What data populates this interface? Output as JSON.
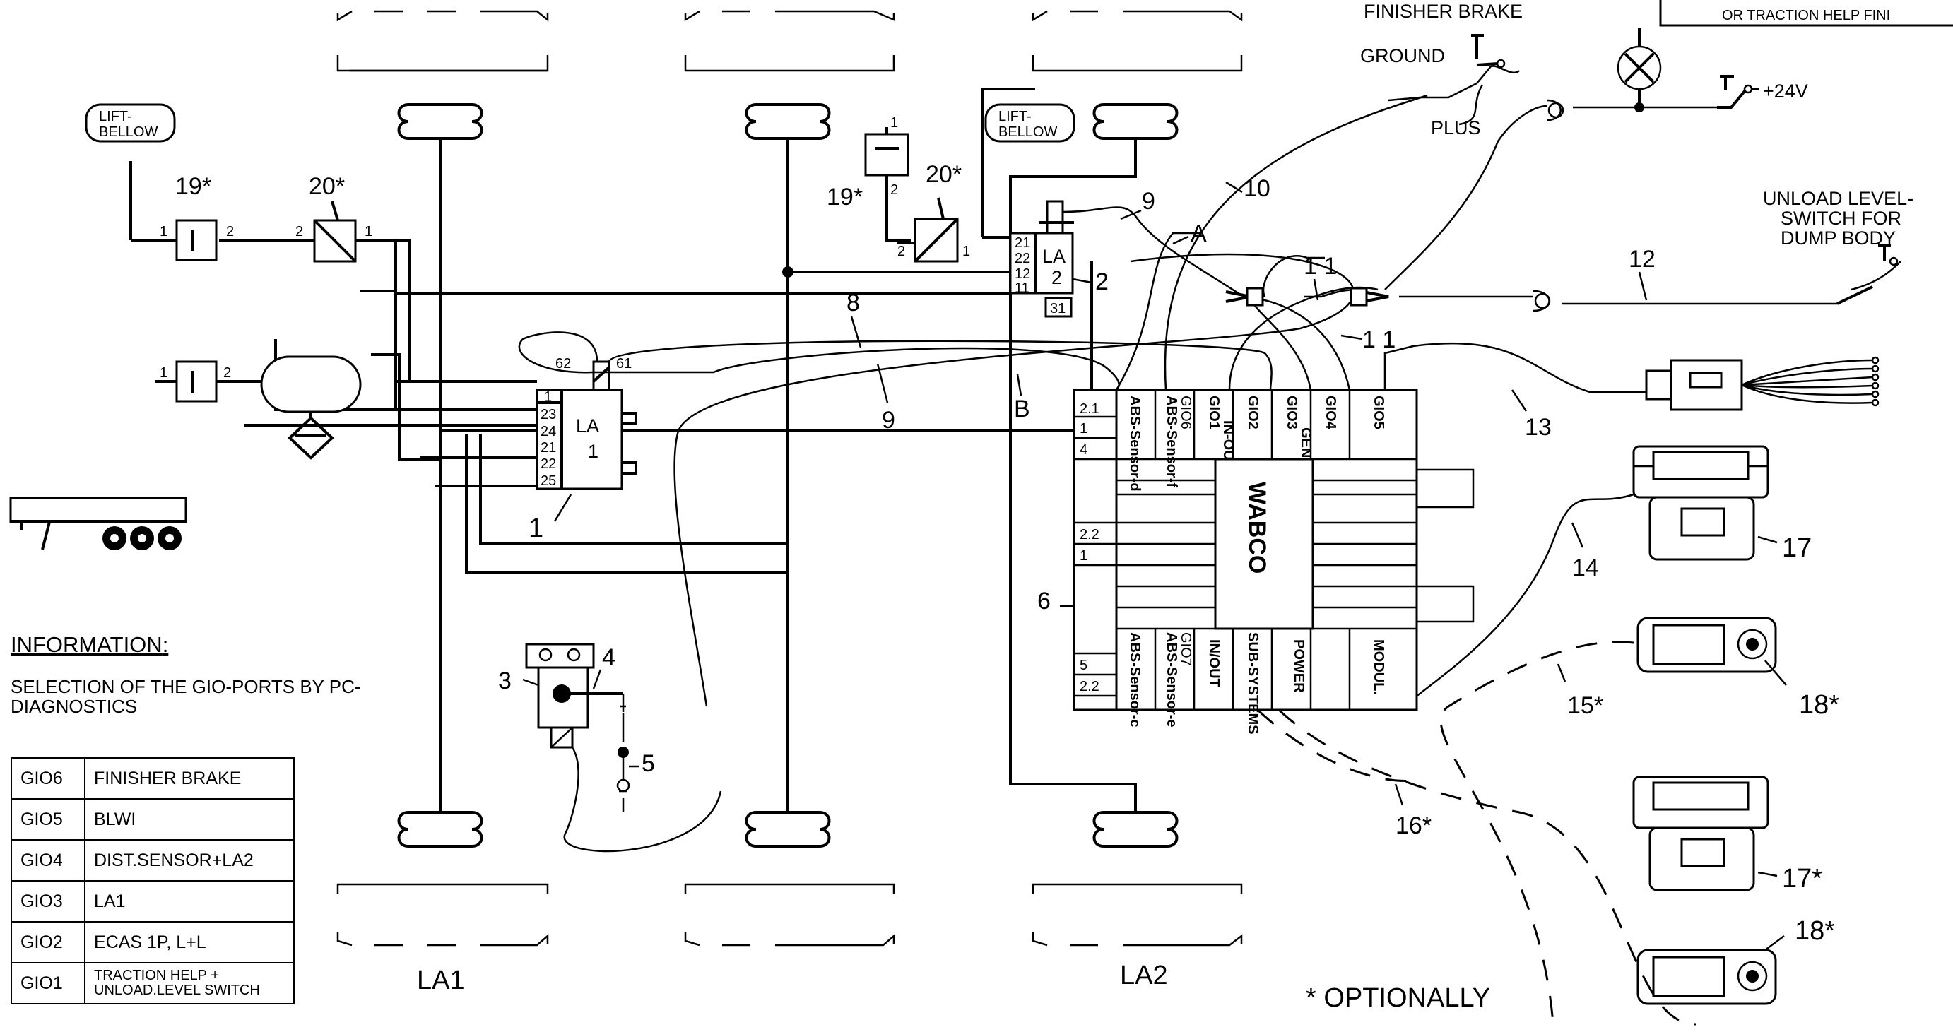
{
  "diagram": {
    "components": {
      "finisher_brake": "FINISHER BRAKE",
      "ground": "GROUND",
      "plus": "PLUS",
      "supply": "+24V",
      "top_right_line1": "OR TRACTION HELP FINI",
      "lift_bellow_left": [
        "LIFT-",
        "BELLOW"
      ],
      "lift_bellow_right": [
        "LIFT-",
        "BELLOW"
      ],
      "unload_level_switch": [
        "UNLOAD LEVEL-",
        "SWITCH FOR",
        "DUMP BODY"
      ],
      "valve_la1": [
        "LA",
        "1"
      ],
      "valve_la2": [
        "LA",
        "2"
      ],
      "valve_la1_ports": [
        "1",
        "23",
        "24",
        "21",
        "22",
        "25"
      ],
      "valve_la1_top_ports": [
        "62",
        "61"
      ],
      "valve_la2_ports": [
        "21",
        "22",
        "12",
        "11"
      ],
      "valve_la2_bottom_port": "31",
      "axle_label_la1": "LA1",
      "axle_label_la2": "LA2",
      "optionally_note": "* OPTIONALLY",
      "ecu_brand": "WABCO",
      "ecu_top_ports": [
        "ABS-Sensor-d",
        "ABS-Sensor-f",
        "GIO1",
        "GIO2",
        "GIO3",
        "GIO4",
        "GIO5"
      ],
      "ecu_gio6": "GIO6",
      "ecu_gio7": "GIO7",
      "ecu_group_top": [
        "IN-OUTPUTS",
        "GENERIC"
      ],
      "ecu_bottom_ports": [
        "ABS-Sensor-c",
        "ABS-Sensor-e",
        "IN/OUT",
        "SUB-SYSTEMS",
        "POWER",
        "MODUL."
      ],
      "ecu_side_labels": [
        "2.1",
        "1",
        "4",
        "2.2",
        "1",
        "5",
        "2.2"
      ],
      "pin_numbers": {
        "valve19_left": [
          "1",
          "2"
        ],
        "valve20_left": [
          "2",
          "1"
        ],
        "valve19_right": [
          "1",
          "2"
        ],
        "valve20_right": [
          "2",
          "1"
        ],
        "valve_tank": [
          "1",
          "2"
        ]
      }
    },
    "callouts": {
      "c1": "1",
      "c2": "2",
      "c3": "3",
      "c4": "4",
      "c5": "5",
      "c6": "6",
      "c8": "8",
      "c9a": "9",
      "c9b": "9",
      "c10": "10",
      "c11a": "1 1",
      "c11b": "1 1",
      "c12": "12",
      "c13": "13",
      "c14": "14",
      "c15": "15*",
      "c16": "16*",
      "c17": "17",
      "c17b": "17*",
      "c18": "18*",
      "c18b": "18*",
      "c19a": "19*",
      "c19b": "19*",
      "c20a": "20*",
      "c20b": "20*",
      "cA": "A",
      "cB": "B"
    }
  },
  "information": {
    "title": "INFORMATION",
    "title_suffix": ":",
    "text": "SELECTION OF THE GIO-PORTS BY PC-DIAGNOSTICS",
    "table": [
      {
        "port": "GIO6",
        "function": "FINISHER BRAKE"
      },
      {
        "port": "GIO5",
        "function": "BLWI"
      },
      {
        "port": "GIO4",
        "function": "DIST.SENSOR+LA2"
      },
      {
        "port": "GIO3",
        "function": "LA1"
      },
      {
        "port": "GIO2",
        "function": "ECAS 1P, L+L"
      },
      {
        "port": "GIO1",
        "function": "TRACTION HELP + UNLOAD.LEVEL SWITCH"
      }
    ]
  }
}
